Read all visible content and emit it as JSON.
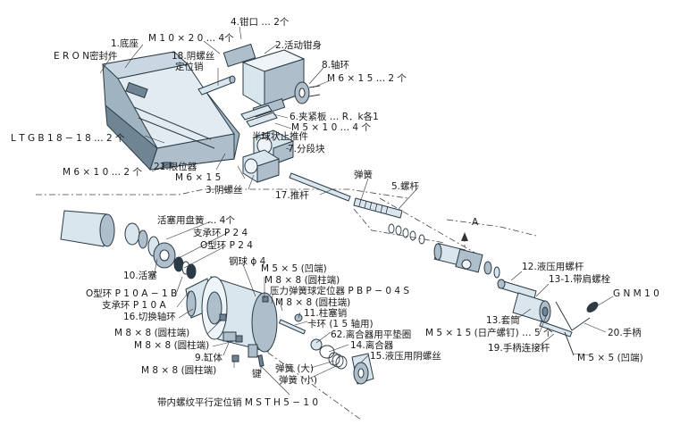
{
  "colors": {
    "part_light": "#d9e6ee",
    "part_mid": "#aebfcb",
    "part_dark": "#6f8594",
    "outline": "#2b3a44"
  },
  "labels": {
    "base": "1.底座",
    "eron_seal": "E R O N密封件",
    "m10x20": "M 1 0 × 2 0 … 4个",
    "jaw_mouth": "4.钳口 … 2个",
    "moving_jaw": "2.活动钳身",
    "female_pin": "18.阴螺丝",
    "locating_pin": "定位销",
    "shaft_ring": "8.轴环",
    "m6x15_2": "M 6 × 1 5 … 2 个",
    "clamp_plate": "6.夹紧板 … R．k各1",
    "m5x10_4": "M 5 × 1 0 … 4 个",
    "half_ball_pusher": "半球状止推件",
    "step_block": "7.分段块",
    "ltgb": "L T G B 1 8 − 1 8 … 2 个",
    "m6x10_2": "M 6 × 1 0 … 2 个",
    "stopper": "21.限位器",
    "m6x15": "M 6 × 1 5",
    "female_screw": "3.阴螺丝",
    "spring_top": "弹簧",
    "screw_rod": "5.螺杆",
    "push_rod": "17.推杆",
    "detail_a": "A",
    "piston_bolt": "活塞用盘簧 … 4个",
    "support_ring_p24": "支承环 P 2 4",
    "oring_p24": "O型环 P 2 4",
    "piston": "10.活塞",
    "oring_p10a": "O型环 P 1 0 A − 1 B",
    "support_ring_p10a": "支承环 P 1 0 A",
    "switch_shaft": "16.切换轴环",
    "m8x8_1": "M 8 × 8 (圆柱端)",
    "m8x8_2": "M 8 × 8 (圆柱端)",
    "m8x8_3": "M 8 × 8 (圆柱端)",
    "cylinder": "9.缸体",
    "key": "键",
    "steel_ball": "钢球 ϕ 4",
    "m5x5_top": "M 5 × 5 (凹端)",
    "m8x8_4": "M 8 × 8 (圆柱端)",
    "pressure_spring": "压力弹簧球定位器 P B P − 0 4 S",
    "m8x8_5": "M 8 × 8 (圆柱端)",
    "column_cap": "11.柱塞销",
    "snap_ring": "卡环 (1 5 轴用)",
    "clutch_shim": "62.离合器用平垫圈",
    "clutch": "14.离合器",
    "clutch_nut": "15.液压用阴螺丝",
    "spring_big": "弹簧 (大)",
    "spring_small": "弹簧 (小)",
    "msth": "带内螺纹平行定位销 M S T H 5 − 1 0",
    "hyd_screw": "12.液压用螺杆",
    "hinge_bolt": "13-1.带肩螺栓",
    "gnm10": "G N M 1 0",
    "sleeve": "13.套筒",
    "m5x15_jp": "M 5 × 1 5 (日产螺钉) … 5 个",
    "handle": "20.手柄",
    "handle_link": "19.手柄连接杆",
    "m5x5_bottom": "M 5 × 5 (凹端)"
  }
}
